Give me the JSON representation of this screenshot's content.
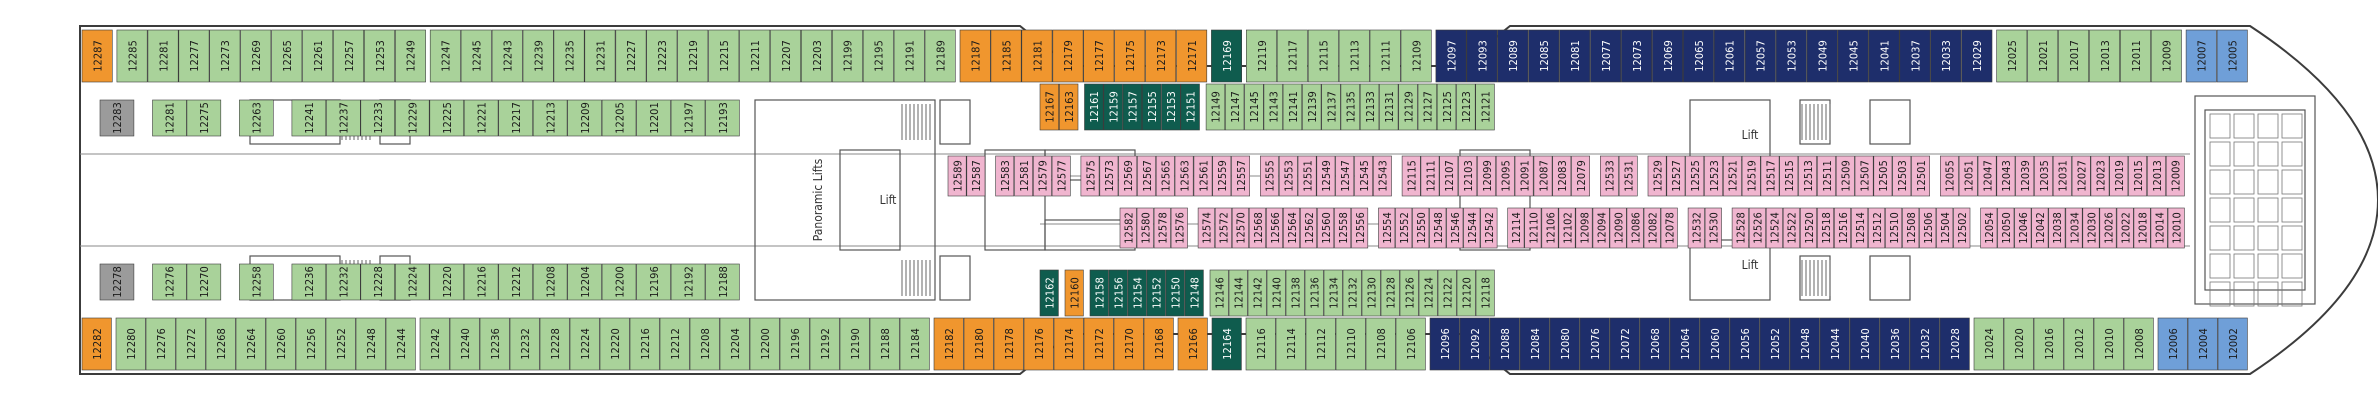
{
  "colors": {
    "green": "#a9d29a",
    "orange": "#f0962e",
    "navy": "#1e2e6b",
    "teal": "#0f5c4e",
    "pink": "#f0b5cf",
    "blue": "#6f9fd8",
    "gray": "#9b9b9b",
    "lightteal": "#7cc9b9",
    "outline": "#3c3c3c"
  },
  "labels": {
    "panoramic": "Panoramic Lifts",
    "lift_center": "Lift",
    "lift_fwd_top": "Lift",
    "lift_fwd_bottom": "Lift"
  },
  "rows": {
    "top_outer": [
      {
        "c": "orange",
        "n": [
          "12287"
        ]
      },
      {
        "c": "green",
        "n": [
          "12285",
          "12281",
          "12277",
          "12273",
          "12269",
          "12265",
          "12261",
          "12257",
          "12253",
          "12249"
        ]
      },
      {
        "c": "green",
        "n": [
          "12247",
          "12245",
          "12243",
          "12239",
          "12235",
          "12231",
          "12227",
          "12223",
          "12219",
          "12215",
          "12211",
          "12207",
          "12203",
          "12199",
          "12195",
          "12191",
          "12189"
        ]
      },
      {
        "c": "orange",
        "n": [
          "12187",
          "12185",
          "12181",
          "12179",
          "12177",
          "12175",
          "12173",
          "12171"
        ]
      },
      {
        "c": "teal",
        "n": [
          "12169"
        ]
      },
      {
        "c": "green",
        "n": [
          "12119",
          "12117",
          "12115",
          "12113",
          "12111",
          "12109"
        ]
      },
      {
        "c": "navy",
        "n": [
          "12097",
          "12093",
          "12089",
          "12085",
          "12081",
          "12077",
          "12073",
          "12069",
          "12065",
          "12061",
          "12057",
          "12053",
          "12049",
          "12045",
          "12041",
          "12037",
          "12033",
          "12029"
        ]
      },
      {
        "c": "green",
        "n": [
          "12025",
          "12021",
          "12017",
          "12013",
          "12011",
          "12009"
        ]
      },
      {
        "c": "blue",
        "n": [
          "12007",
          "12005"
        ]
      }
    ],
    "top_mid": [
      {
        "c": "orange",
        "n": [
          "12167",
          "12163"
        ]
      },
      {
        "c": "teal",
        "n": [
          "12161",
          "12159",
          "12157",
          "12155",
          "12153",
          "12151"
        ]
      },
      {
        "c": "green",
        "n": [
          "12149",
          "12147",
          "12145",
          "12143",
          "12141",
          "12139",
          "12137",
          "12135",
          "12133",
          "12131",
          "12129",
          "12127",
          "12125",
          "12123",
          "12121"
        ]
      }
    ],
    "top_inner": [
      {
        "c": "gray",
        "n": [
          "12283"
        ]
      },
      {
        "c": "green",
        "n": [
          "12281",
          "12275"
        ]
      },
      {
        "c": "green",
        "n": [
          "12263"
        ]
      },
      {
        "c": "green",
        "n": [
          "12241",
          "12237",
          "12233",
          "12229",
          "12225",
          "12221",
          "12217",
          "12213",
          "12209",
          "12205",
          "12201",
          "12197",
          "12193"
        ]
      }
    ],
    "bottom_inner": [
      {
        "c": "gray",
        "n": [
          "12278"
        ]
      },
      {
        "c": "green",
        "n": [
          "12276",
          "12270"
        ]
      },
      {
        "c": "green",
        "n": [
          "12258"
        ]
      },
      {
        "c": "green",
        "n": [
          "12236",
          "12232",
          "12228",
          "12224",
          "12220",
          "12216",
          "12212",
          "12208",
          "12204",
          "12200",
          "12196",
          "12192",
          "12188"
        ]
      }
    ],
    "bottom_mid": [
      {
        "c": "teal",
        "n": [
          "12162"
        ]
      },
      {
        "c": "orange",
        "n": [
          "12160"
        ]
      },
      {
        "c": "teal",
        "n": [
          "12158",
          "12156",
          "12154",
          "12152",
          "12150",
          "12148"
        ]
      },
      {
        "c": "green",
        "n": [
          "12146",
          "12144",
          "12142",
          "12140",
          "12138",
          "12136",
          "12134",
          "12132",
          "12130",
          "12128",
          "12126",
          "12124",
          "12122",
          "12120",
          "12118"
        ]
      }
    ],
    "bottom_outer": [
      {
        "c": "orange",
        "n": [
          "12282"
        ]
      },
      {
        "c": "green",
        "n": [
          "12280",
          "12276",
          "12272",
          "12268",
          "12264",
          "12260",
          "12256",
          "12252",
          "12248",
          "12244"
        ]
      },
      {
        "c": "green",
        "n": [
          "12242",
          "12240",
          "12236",
          "12232",
          "12228",
          "12224",
          "12220",
          "12216",
          "12212",
          "12208",
          "12204",
          "12200",
          "12196",
          "12192",
          "12190",
          "12188",
          "12184"
        ]
      },
      {
        "c": "orange",
        "n": [
          "12182",
          "12180",
          "12178",
          "12176",
          "12174",
          "12172",
          "12170",
          "12168"
        ]
      },
      {
        "c": "orange",
        "n": [
          "12166"
        ]
      },
      {
        "c": "teal",
        "n": [
          "12164"
        ]
      },
      {
        "c": "green",
        "n": [
          "12116",
          "12114",
          "12112",
          "12110",
          "12108",
          "12106"
        ]
      },
      {
        "c": "navy",
        "n": [
          "12096",
          "12092",
          "12088",
          "12084",
          "12080",
          "12076",
          "12072",
          "12068",
          "12064",
          "12060",
          "12056",
          "12052",
          "12048",
          "12044",
          "12040",
          "12036",
          "12032",
          "12028"
        ]
      },
      {
        "c": "green",
        "n": [
          "12024",
          "12020",
          "12016",
          "12012",
          "12010",
          "12008"
        ]
      },
      {
        "c": "blue",
        "n": [
          "12006",
          "12004",
          "12002"
        ]
      }
    ],
    "pink_top": [
      {
        "n": [
          "12589",
          "12587"
        ]
      },
      {
        "n": [
          "12583",
          "12581",
          "12579",
          "12577"
        ]
      },
      {
        "n": [
          "12575",
          "12573",
          "12569",
          "12567",
          "12565",
          "12563",
          "12561",
          "12559",
          "12557"
        ]
      },
      {
        "n": [
          "12555",
          "12553",
          "12551",
          "12549",
          "12547",
          "12545",
          "12543"
        ]
      },
      {
        "n": [
          "12115",
          "12111",
          "12107",
          "12103",
          "12099",
          "12095",
          "12091",
          "12087",
          "12083",
          "12079"
        ]
      },
      {
        "n": [
          "12533",
          "12531"
        ]
      },
      {
        "n": [
          "12529",
          "12527",
          "12525",
          "12523",
          "12521",
          "12519",
          "12517",
          "12515",
          "12513",
          "12511",
          "12509",
          "12507",
          "12505",
          "12503",
          "12501"
        ]
      },
      {
        "n": [
          "12055",
          "12051",
          "12047",
          "12043",
          "12039",
          "12035",
          "12031",
          "12027",
          "12023",
          "12019",
          "12015",
          "12013",
          "12009"
        ]
      }
    ],
    "pink_bottom": [
      {
        "n": [
          "12582",
          "12580",
          "12578",
          "12576"
        ]
      },
      {
        "n": [
          "12574",
          "12572",
          "12570",
          "12568",
          "12566",
          "12564",
          "12562",
          "12560",
          "12558",
          "12556"
        ]
      },
      {
        "n": [
          "12554",
          "12552",
          "12550",
          "12548",
          "12546",
          "12544",
          "12542"
        ]
      },
      {
        "n": [
          "12114",
          "12110",
          "12106",
          "12102",
          "12098",
          "12094",
          "12090",
          "12086",
          "12082",
          "12078"
        ]
      },
      {
        "n": [
          "12532",
          "12530"
        ]
      },
      {
        "n": [
          "12528",
          "12526",
          "12524",
          "12522",
          "12520",
          "12518",
          "12516",
          "12514",
          "12512",
          "12510",
          "12508",
          "12506",
          "12504",
          "12502"
        ]
      },
      {
        "n": [
          "12054",
          "12050",
          "12046",
          "12042",
          "12038",
          "12034",
          "12030",
          "12026",
          "12022",
          "12018",
          "12014",
          "12010"
        ]
      }
    ]
  }
}
